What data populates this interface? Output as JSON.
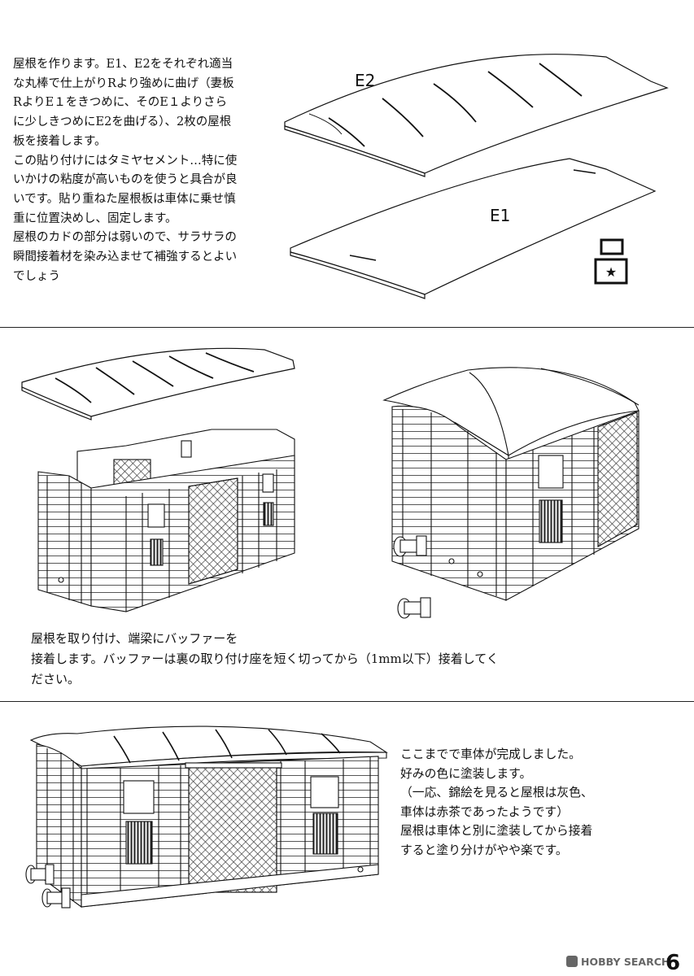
{
  "section1": {
    "lines": [
      "屋根を作ります。E1、E2をそれぞれ適当",
      "な丸棒で仕上がりRより強めに曲げ（妻板",
      "RよりE１をきつめに、そのE１よりさら",
      "に少しきつめにE2を曲げる）、2枚の屋根",
      "板を接着します。",
      "この貼り付けにはタミヤセメント…特に使",
      "いかけの粘度が高いものを使うと具合が良",
      "いです。貼り重ねた屋根板は車体に乗せ慎",
      "重に位置決めし、固定します。",
      "屋根のカドの部分は弱いので、サラサラの",
      "瞬間接着材を染み込ませて補強するとよい",
      "でしょう"
    ],
    "label_e2": "E2",
    "label_e1": "E1",
    "symbol_star": "★"
  },
  "section2": {
    "lines": [
      "屋根を取り付け、端梁にバッファーを",
      "接着します。バッファーは裏の取り付け座を短く切ってから（1mm以下）接着してく",
      "ださい。"
    ]
  },
  "section3": {
    "lines": [
      "ここまでで車体が完成しました。",
      "好みの色に塗装します。",
      "（一応、錦絵を見ると屋根は灰色、",
      "車体は赤茶であったようです）",
      "屋根は車体と別に塗装してから接着",
      "すると塗り分けがやや楽です。"
    ]
  },
  "footer": {
    "watermark": "HOBBY SEARCH",
    "page_number": "6"
  }
}
